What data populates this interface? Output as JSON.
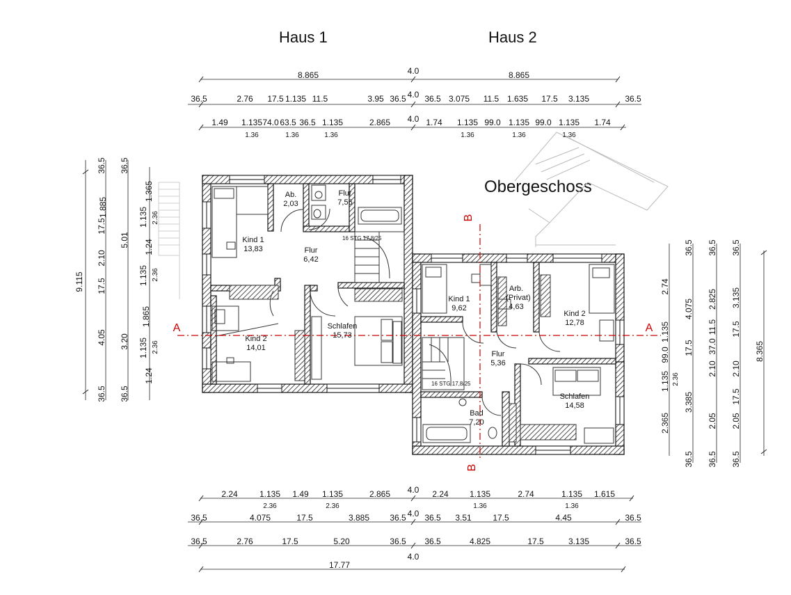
{
  "titles": {
    "house1": "Haus 1",
    "house2": "Haus 2",
    "floor": "Obergeschoss"
  },
  "section_markers": {
    "a_left": "A",
    "a_right": "A",
    "b_top": "B",
    "b_bottom": "B"
  },
  "rooms": [
    {
      "id": "kind1-h1",
      "name": "Kind 1",
      "area": "13,83"
    },
    {
      "id": "ab",
      "name": "Ab.",
      "area": "2,03"
    },
    {
      "id": "flur-bath-h1",
      "name": "Flur",
      "area": "7,56"
    },
    {
      "id": "flur-h1",
      "name": "Flur",
      "area": "6,42"
    },
    {
      "id": "kind2-h1",
      "name": "Kind 2",
      "area": "14,01"
    },
    {
      "id": "schlafen-h1",
      "name": "Schlafen",
      "area": "15,73"
    },
    {
      "id": "kind1-h2",
      "name": "Kind 1",
      "area": "9,62"
    },
    {
      "id": "arb",
      "name": "Arb.",
      "sub": "(Privat)",
      "area": "4,63"
    },
    {
      "id": "kind2-h2",
      "name": "Kind 2",
      "area": "12,78"
    },
    {
      "id": "flur-h2",
      "name": "Flur",
      "area": "5,36"
    },
    {
      "id": "schlafen-h2",
      "name": "Schlafen",
      "area": "14,58"
    },
    {
      "id": "bad",
      "name": "Bad",
      "area": "7,20"
    }
  ],
  "stairs": {
    "h1": "16 STG 17,8/25",
    "h2": "16 STG 17,8/25"
  },
  "dims_top": {
    "row1": [
      "8.865",
      "4.0",
      "8.865"
    ],
    "row2": [
      "36.5",
      "2.76",
      "17.5",
      "1.135",
      "11.5",
      "3.95",
      "36.5",
      "4.0",
      "36.5",
      "3.075",
      "11.5",
      "1.635",
      "17.5",
      "3.135",
      "36.5"
    ],
    "row3": [
      "1.49",
      "1.135",
      "74.0",
      "63.5",
      "36.5",
      "1.135",
      "2.865",
      "4.0",
      "1.74",
      "1.135",
      "99.0",
      "1.135",
      "99.0",
      "1.135",
      "1.74"
    ],
    "row3_sub": [
      "1.36",
      "1.36",
      "1.36",
      "1.36",
      "1.36",
      "1.36"
    ]
  },
  "dims_bottom": {
    "row1": [
      "2.24",
      "1.135",
      "1.49",
      "1.135",
      "2.865",
      "4.0",
      "2.24",
      "1.135",
      "2.74",
      "1.135",
      "1.615"
    ],
    "row1_sub": [
      "2.36",
      "2.36",
      "1.36",
      "1.36"
    ],
    "row2": [
      "36.5",
      "4.075",
      "17.5",
      "3.885",
      "36.5",
      "4.0",
      "36.5",
      "3.51",
      "17.5",
      "4.45",
      "36.5"
    ],
    "row3": [
      "36.5",
      "2.76",
      "17.5",
      "5.20",
      "36.5",
      "36.5",
      "4.825",
      "17.5",
      "3.135",
      "36.5"
    ],
    "row3_mid": "4.0",
    "row4": "17.77"
  },
  "dims_left": {
    "total": "9.115",
    "col2": [
      "36.5",
      "17.5",
      "2.10",
      "17.5",
      "4.05",
      "36.5"
    ],
    "col3": [
      "36.5",
      "1.885",
      "5.01",
      "1.865",
      "3.20",
      "36.5"
    ],
    "col4": [
      "1.365",
      "1.135",
      "1.24",
      "1.135",
      "1.135",
      "1.24"
    ],
    "col4_sub": [
      "2.36",
      "2.36",
      "2.36"
    ]
  },
  "dims_right": {
    "total": "8.365",
    "col1": [
      "2.74",
      "1.135",
      "99.0",
      "1.135",
      "2.365"
    ],
    "col1_sub": [
      "2.36"
    ],
    "col2": [
      "36.5",
      "4.075",
      "17.5",
      "3.385",
      "36.5"
    ],
    "col3": [
      "36.5",
      "2.825",
      "11.5",
      "2.10",
      "37.0",
      "2.05",
      "36.5"
    ],
    "col4": [
      "36.5",
      "3.135",
      "17.5",
      "2.10",
      "17.5",
      "2.05",
      "36.5"
    ]
  }
}
